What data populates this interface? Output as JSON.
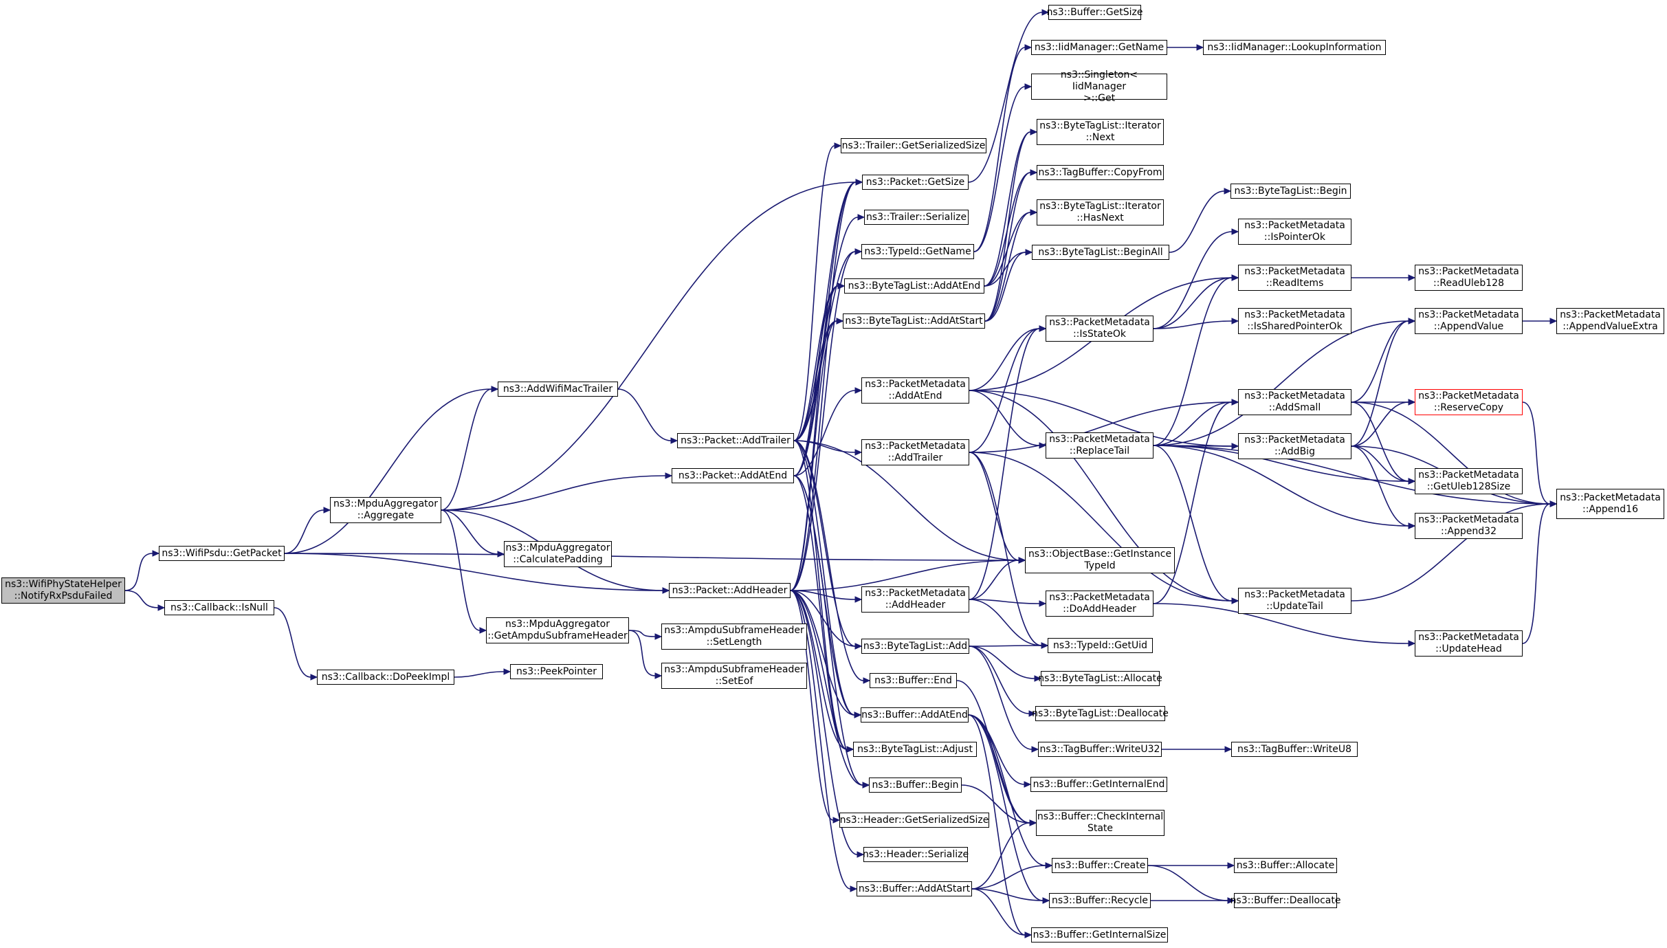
{
  "diagram": {
    "type": "call-graph",
    "colors": {
      "edge": "#191970",
      "node_border": "#000000",
      "root_fill": "#bfbfbf",
      "truncated_border": "#ff0000"
    },
    "nodes": [
      {
        "id": "root",
        "label": "ns3::WifiPhyStateHelper\n::NotifyRxPsduFailed",
        "style": "root"
      },
      {
        "id": "getpacket",
        "label": "ns3::WifiPsdu::GetPacket"
      },
      {
        "id": "isnull",
        "label": "ns3::Callback::IsNull"
      },
      {
        "id": "dopeek",
        "label": "ns3::Callback::DoPeekImpl"
      },
      {
        "id": "peekpointer",
        "label": "ns3::PeekPointer"
      },
      {
        "id": "addwifimac",
        "label": "ns3::AddWifiMacTrailer"
      },
      {
        "id": "aggregate",
        "label": "ns3::MpduAggregator\n::Aggregate"
      },
      {
        "id": "calcpad",
        "label": "ns3::MpduAggregator\n::CalculatePadding"
      },
      {
        "id": "getampdu",
        "label": "ns3::MpduAggregator\n::GetAmpduSubframeHeader"
      },
      {
        "id": "setlength",
        "label": "ns3::AmpduSubframeHeader\n::SetLength"
      },
      {
        "id": "seteof",
        "label": "ns3::AmpduSubframeHeader\n::SetEof"
      },
      {
        "id": "pkt_addtrailer",
        "label": "ns3::Packet::AddTrailer"
      },
      {
        "id": "pkt_addatend",
        "label": "ns3::Packet::AddAtEnd"
      },
      {
        "id": "pkt_addheader",
        "label": "ns3::Packet::AddHeader"
      },
      {
        "id": "tr_getsersize",
        "label": "ns3::Trailer::GetSerializedSize"
      },
      {
        "id": "pkt_getsize",
        "label": "ns3::Packet::GetSize"
      },
      {
        "id": "tr_serialize",
        "label": "ns3::Trailer::Serialize"
      },
      {
        "id": "typeid_getname",
        "label": "ns3::TypeId::GetName"
      },
      {
        "id": "btl_addatend",
        "label": "ns3::ByteTagList::AddAtEnd"
      },
      {
        "id": "btl_addatstart",
        "label": "ns3::ByteTagList::AddAtStart"
      },
      {
        "id": "pm_addatend",
        "label": "ns3::PacketMetadata\n::AddAtEnd"
      },
      {
        "id": "pm_addtrailer",
        "label": "ns3::PacketMetadata\n::AddTrailer"
      },
      {
        "id": "pm_addheader",
        "label": "ns3::PacketMetadata\n::AddHeader"
      },
      {
        "id": "btl_add",
        "label": "ns3::ByteTagList::Add"
      },
      {
        "id": "buf_end",
        "label": "ns3::Buffer::End"
      },
      {
        "id": "buf_addatend",
        "label": "ns3::Buffer::AddAtEnd"
      },
      {
        "id": "btl_adjust",
        "label": "ns3::ByteTagList::Adjust"
      },
      {
        "id": "buf_begin",
        "label": "ns3::Buffer::Begin"
      },
      {
        "id": "hdr_getsersize",
        "label": "ns3::Header::GetSerializedSize"
      },
      {
        "id": "hdr_serialize",
        "label": "ns3::Header::Serialize"
      },
      {
        "id": "buf_addatstart",
        "label": "ns3::Buffer::AddAtStart"
      },
      {
        "id": "buf_getsize",
        "label": "ns3::Buffer::GetSize"
      },
      {
        "id": "iid_getname",
        "label": "ns3::IidManager::GetName"
      },
      {
        "id": "iid_lookup",
        "label": "ns3::IidManager::LookupInformation"
      },
      {
        "id": "singleton_get",
        "label": "ns3::Singleton< IidManager\n>::Get"
      },
      {
        "id": "btl_it_next",
        "label": "ns3::ByteTagList::Iterator\n::Next"
      },
      {
        "id": "tagbuf_copyfrom",
        "label": "ns3::TagBuffer::CopyFrom"
      },
      {
        "id": "btl_it_hasnext",
        "label": "ns3::ByteTagList::Iterator\n::HasNext"
      },
      {
        "id": "btl_beginall",
        "label": "ns3::ByteTagList::BeginAll"
      },
      {
        "id": "btl_begin",
        "label": "ns3::ByteTagList::Begin"
      },
      {
        "id": "pm_ispointerok",
        "label": "ns3::PacketMetadata\n::IsPointerOk"
      },
      {
        "id": "pm_readitems",
        "label": "ns3::PacketMetadata\n::ReadItems"
      },
      {
        "id": "pm_readuleb",
        "label": "ns3::PacketMetadata\n::ReadUleb128"
      },
      {
        "id": "pm_isstateok",
        "label": "ns3::PacketMetadata\n::IsStateOk"
      },
      {
        "id": "pm_issharedptr",
        "label": "ns3::PacketMetadata\n::IsSharedPointerOk"
      },
      {
        "id": "pm_appendvalue",
        "label": "ns3::PacketMetadata\n::AppendValue"
      },
      {
        "id": "pm_appendvalueextra",
        "label": "ns3::PacketMetadata\n::AppendValueExtra"
      },
      {
        "id": "pm_replacetail",
        "label": "ns3::PacketMetadata\n::ReplaceTail"
      },
      {
        "id": "pm_addsmall",
        "label": "ns3::PacketMetadata\n::AddSmall"
      },
      {
        "id": "pm_reservecopy",
        "label": "ns3::PacketMetadata\n::ReserveCopy",
        "style": "red"
      },
      {
        "id": "pm_addbig",
        "label": "ns3::PacketMetadata\n::AddBig"
      },
      {
        "id": "pm_getuleb",
        "label": "ns3::PacketMetadata\n::GetUleb128Size"
      },
      {
        "id": "pm_append16",
        "label": "ns3::PacketMetadata\n::Append16"
      },
      {
        "id": "pm_append32",
        "label": "ns3::PacketMetadata\n::Append32"
      },
      {
        "id": "ob_getinstance",
        "label": "ns3::ObjectBase::GetInstance\nTypeId"
      },
      {
        "id": "pm_doaddheader",
        "label": "ns3::PacketMetadata\n::DoAddHeader"
      },
      {
        "id": "pm_updatetail",
        "label": "ns3::PacketMetadata\n::UpdateTail"
      },
      {
        "id": "pm_updatehead",
        "label": "ns3::PacketMetadata\n::UpdateHead"
      },
      {
        "id": "typeid_getuid",
        "label": "ns3::TypeId::GetUid"
      },
      {
        "id": "btl_allocate",
        "label": "ns3::ByteTagList::Allocate"
      },
      {
        "id": "btl_deallocate",
        "label": "ns3::ByteTagList::Deallocate"
      },
      {
        "id": "tagbuf_writeu32",
        "label": "ns3::TagBuffer::WriteU32"
      },
      {
        "id": "tagbuf_writeu8",
        "label": "ns3::TagBuffer::WriteU8"
      },
      {
        "id": "buf_getinternalend",
        "label": "ns3::Buffer::GetInternalEnd"
      },
      {
        "id": "buf_checkinternal",
        "label": "ns3::Buffer::CheckInternal\nState"
      },
      {
        "id": "buf_create",
        "label": "ns3::Buffer::Create"
      },
      {
        "id": "buf_allocate",
        "label": "ns3::Buffer::Allocate"
      },
      {
        "id": "buf_recycle",
        "label": "ns3::Buffer::Recycle"
      },
      {
        "id": "buf_deallocate",
        "label": "ns3::Buffer::Deallocate"
      },
      {
        "id": "buf_getinternalsize",
        "label": "ns3::Buffer::GetInternalSize"
      }
    ],
    "edges": [
      [
        "root",
        "getpacket"
      ],
      [
        "root",
        "isnull"
      ],
      [
        "isnull",
        "dopeek"
      ],
      [
        "dopeek",
        "peekpointer"
      ],
      [
        "getpacket",
        "addwifimac"
      ],
      [
        "getpacket",
        "aggregate"
      ],
      [
        "getpacket",
        "pkt_addheader"
      ],
      [
        "getpacket",
        "ob_getinstance"
      ],
      [
        "aggregate",
        "addwifimac"
      ],
      [
        "aggregate",
        "calcpad"
      ],
      [
        "aggregate",
        "getampdu"
      ],
      [
        "aggregate",
        "pkt_addatend"
      ],
      [
        "aggregate",
        "pkt_addheader"
      ],
      [
        "aggregate",
        "pkt_getsize"
      ],
      [
        "getampdu",
        "setlength"
      ],
      [
        "getampdu",
        "seteof"
      ],
      [
        "addwifimac",
        "pkt_addtrailer"
      ],
      [
        "pkt_addtrailer",
        "tr_getsersize"
      ],
      [
        "pkt_addtrailer",
        "pkt_getsize"
      ],
      [
        "pkt_addtrailer",
        "tr_serialize"
      ],
      [
        "pkt_addtrailer",
        "typeid_getname"
      ],
      [
        "pkt_addtrailer",
        "btl_addatend"
      ],
      [
        "pkt_addtrailer",
        "btl_addatstart"
      ],
      [
        "pkt_addtrailer",
        "pm_addtrailer"
      ],
      [
        "pkt_addtrailer",
        "ob_getinstance"
      ],
      [
        "pkt_addtrailer",
        "buf_addatend"
      ],
      [
        "pkt_addtrailer",
        "btl_adjust"
      ],
      [
        "pkt_addtrailer",
        "buf_end"
      ],
      [
        "pkt_addtrailer",
        "btl_add"
      ],
      [
        "pkt_addatend",
        "pkt_getsize"
      ],
      [
        "pkt_addatend",
        "btl_addatend"
      ],
      [
        "pkt_addatend",
        "btl_addatstart"
      ],
      [
        "pkt_addatend",
        "pm_addatend"
      ],
      [
        "pkt_addatend",
        "buf_addatend"
      ],
      [
        "pkt_addatend",
        "btl_adjust"
      ],
      [
        "pkt_addatend",
        "buf_begin"
      ],
      [
        "pkt_addheader",
        "pkt_getsize"
      ],
      [
        "pkt_addheader",
        "typeid_getname"
      ],
      [
        "pkt_addheader",
        "btl_addatend"
      ],
      [
        "pkt_addheader",
        "btl_addatstart"
      ],
      [
        "pkt_addheader",
        "pm_addheader"
      ],
      [
        "pkt_addheader",
        "ob_getinstance"
      ],
      [
        "pkt_addheader",
        "btl_add"
      ],
      [
        "pkt_addheader",
        "buf_begin"
      ],
      [
        "pkt_addheader",
        "hdr_getsersize"
      ],
      [
        "pkt_addheader",
        "hdr_serialize"
      ],
      [
        "pkt_addheader",
        "buf_addatstart"
      ],
      [
        "pkt_addheader",
        "btl_adjust"
      ],
      [
        "pkt_addheader",
        "buf_addatend"
      ],
      [
        "pkt_getsize",
        "buf_getsize"
      ],
      [
        "typeid_getname",
        "iid_getname"
      ],
      [
        "typeid_getname",
        "singleton_get"
      ],
      [
        "iid_getname",
        "iid_lookup"
      ],
      [
        "btl_addatend",
        "btl_it_next"
      ],
      [
        "btl_addatend",
        "tagbuf_copyfrom"
      ],
      [
        "btl_addatend",
        "btl_it_hasnext"
      ],
      [
        "btl_addatend",
        "btl_beginall"
      ],
      [
        "btl_addatstart",
        "btl_it_next"
      ],
      [
        "btl_addatstart",
        "tagbuf_copyfrom"
      ],
      [
        "btl_addatstart",
        "btl_it_hasnext"
      ],
      [
        "btl_addatstart",
        "btl_beginall"
      ],
      [
        "btl_beginall",
        "btl_begin"
      ],
      [
        "pm_addatend",
        "pm_isstateok"
      ],
      [
        "pm_addatend",
        "pm_readitems"
      ],
      [
        "pm_addatend",
        "pm_replacetail"
      ],
      [
        "pm_addatend",
        "pm_addbig"
      ],
      [
        "pm_addatend",
        "pm_updatetail"
      ],
      [
        "pm_addtrailer",
        "pm_isstateok"
      ],
      [
        "pm_addtrailer",
        "pm_addsmall"
      ],
      [
        "pm_addtrailer",
        "ob_getinstance"
      ],
      [
        "pm_addtrailer",
        "typeid_getuid"
      ],
      [
        "pm_addtrailer",
        "pm_updatetail"
      ],
      [
        "pm_addheader",
        "pm_isstateok"
      ],
      [
        "pm_addheader",
        "ob_getinstance"
      ],
      [
        "pm_addheader",
        "pm_doaddheader"
      ],
      [
        "pm_addheader",
        "typeid_getuid"
      ],
      [
        "pm_isstateok",
        "pm_ispointerok"
      ],
      [
        "pm_isstateok",
        "pm_readitems"
      ],
      [
        "pm_isstateok",
        "pm_issharedptr"
      ],
      [
        "pm_readitems",
        "pm_readuleb"
      ],
      [
        "pm_replacetail",
        "pm_readitems"
      ],
      [
        "pm_replacetail",
        "pm_appendvalue"
      ],
      [
        "pm_replacetail",
        "pm_addsmall"
      ],
      [
        "pm_replacetail",
        "pm_addbig"
      ],
      [
        "pm_replacetail",
        "pm_getuleb"
      ],
      [
        "pm_replacetail",
        "pm_append32"
      ],
      [
        "pm_replacetail",
        "pm_append16"
      ],
      [
        "pm_replacetail",
        "pm_updatetail"
      ],
      [
        "pm_addsmall",
        "pm_appendvalue"
      ],
      [
        "pm_addsmall",
        "pm_reservecopy"
      ],
      [
        "pm_addsmall",
        "pm_append16"
      ],
      [
        "pm_addsmall",
        "pm_getuleb"
      ],
      [
        "pm_addbig",
        "pm_appendvalue"
      ],
      [
        "pm_addbig",
        "pm_reservecopy"
      ],
      [
        "pm_addbig",
        "pm_append16"
      ],
      [
        "pm_addbig",
        "pm_getuleb"
      ],
      [
        "pm_addbig",
        "pm_append32"
      ],
      [
        "pm_reservecopy",
        "pm_append16"
      ],
      [
        "pm_appendvalue",
        "pm_appendvalueextra"
      ],
      [
        "pm_doaddheader",
        "pm_addsmall"
      ],
      [
        "pm_doaddheader",
        "pm_updatehead"
      ],
      [
        "pm_updatetail",
        "pm_append16"
      ],
      [
        "pm_updatehead",
        "pm_append16"
      ],
      [
        "btl_add",
        "typeid_getuid"
      ],
      [
        "btl_add",
        "btl_allocate"
      ],
      [
        "btl_add",
        "btl_deallocate"
      ],
      [
        "btl_add",
        "tagbuf_writeu32"
      ],
      [
        "tagbuf_writeu32",
        "tagbuf_writeu8"
      ],
      [
        "buf_end",
        "buf_checkinternal"
      ],
      [
        "buf_addatend",
        "buf_getinternalend"
      ],
      [
        "buf_addatend",
        "buf_checkinternal"
      ],
      [
        "buf_addatend",
        "buf_create"
      ],
      [
        "buf_addatend",
        "buf_recycle"
      ],
      [
        "buf_addatend",
        "buf_getinternalsize"
      ],
      [
        "buf_begin",
        "buf_checkinternal"
      ],
      [
        "buf_addatstart",
        "buf_checkinternal"
      ],
      [
        "buf_addatstart",
        "buf_create"
      ],
      [
        "buf_addatstart",
        "buf_recycle"
      ],
      [
        "buf_addatstart",
        "buf_getinternalsize"
      ],
      [
        "buf_create",
        "buf_allocate"
      ],
      [
        "buf_create",
        "buf_deallocate"
      ],
      [
        "buf_recycle",
        "buf_deallocate"
      ]
    ]
  }
}
